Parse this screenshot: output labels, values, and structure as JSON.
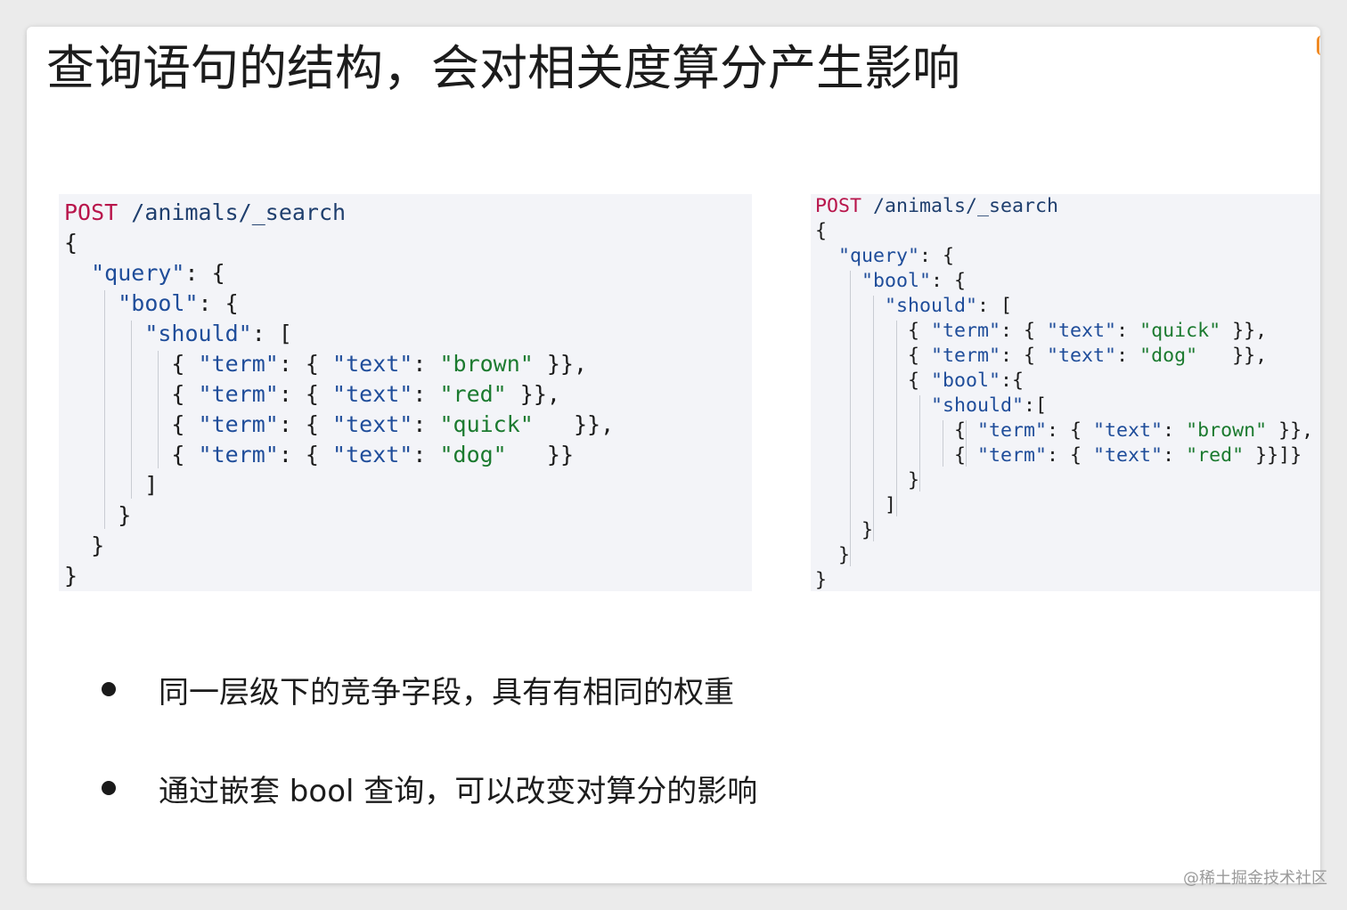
{
  "slide": {
    "title": "查询语句的结构，会对相关度算分产生影响",
    "accent_color": "#f08a24"
  },
  "code_left": {
    "lines": [
      [
        {
          "t": "method",
          "v": "POST"
        },
        {
          "t": "path",
          "v": " /animals/_search"
        }
      ],
      [
        {
          "t": "punc",
          "v": "{"
        }
      ],
      [
        {
          "t": "punc",
          "v": "  "
        },
        {
          "t": "key",
          "v": "\"query\""
        },
        {
          "t": "punc",
          "v": ": {"
        }
      ],
      [
        {
          "t": "punc",
          "v": "    "
        },
        {
          "t": "key",
          "v": "\"bool\""
        },
        {
          "t": "punc",
          "v": ": {"
        }
      ],
      [
        {
          "t": "punc",
          "v": "      "
        },
        {
          "t": "key",
          "v": "\"should\""
        },
        {
          "t": "punc",
          "v": ": ["
        }
      ],
      [
        {
          "t": "punc",
          "v": "        { "
        },
        {
          "t": "key",
          "v": "\"term\""
        },
        {
          "t": "punc",
          "v": ": { "
        },
        {
          "t": "key",
          "v": "\"text\""
        },
        {
          "t": "punc",
          "v": ": "
        },
        {
          "t": "str",
          "v": "\"brown\""
        },
        {
          "t": "punc",
          "v": " }},"
        }
      ],
      [
        {
          "t": "punc",
          "v": "        { "
        },
        {
          "t": "key",
          "v": "\"term\""
        },
        {
          "t": "punc",
          "v": ": { "
        },
        {
          "t": "key",
          "v": "\"text\""
        },
        {
          "t": "punc",
          "v": ": "
        },
        {
          "t": "str",
          "v": "\"red\""
        },
        {
          "t": "punc",
          "v": " }},"
        }
      ],
      [
        {
          "t": "punc",
          "v": "        { "
        },
        {
          "t": "key",
          "v": "\"term\""
        },
        {
          "t": "punc",
          "v": ": { "
        },
        {
          "t": "key",
          "v": "\"text\""
        },
        {
          "t": "punc",
          "v": ": "
        },
        {
          "t": "str",
          "v": "\"quick\""
        },
        {
          "t": "punc",
          "v": "   }},"
        }
      ],
      [
        {
          "t": "punc",
          "v": "        { "
        },
        {
          "t": "key",
          "v": "\"term\""
        },
        {
          "t": "punc",
          "v": ": { "
        },
        {
          "t": "key",
          "v": "\"text\""
        },
        {
          "t": "punc",
          "v": ": "
        },
        {
          "t": "str",
          "v": "\"dog\""
        },
        {
          "t": "punc",
          "v": "   }}"
        }
      ],
      [
        {
          "t": "punc",
          "v": "      ]"
        }
      ],
      [
        {
          "t": "punc",
          "v": "    }"
        }
      ],
      [
        {
          "t": "punc",
          "v": "  }"
        }
      ],
      [
        {
          "t": "punc",
          "v": "}"
        }
      ]
    ]
  },
  "code_right": {
    "lines": [
      [
        {
          "t": "method",
          "v": "POST"
        },
        {
          "t": "path",
          "v": " /animals/_search"
        }
      ],
      [
        {
          "t": "punc",
          "v": "{"
        }
      ],
      [
        {
          "t": "punc",
          "v": "  "
        },
        {
          "t": "key",
          "v": "\"query\""
        },
        {
          "t": "punc",
          "v": ": {"
        }
      ],
      [
        {
          "t": "punc",
          "v": "    "
        },
        {
          "t": "key",
          "v": "\"bool\""
        },
        {
          "t": "punc",
          "v": ": {"
        }
      ],
      [
        {
          "t": "punc",
          "v": "      "
        },
        {
          "t": "key",
          "v": "\"should\""
        },
        {
          "t": "punc",
          "v": ": ["
        }
      ],
      [
        {
          "t": "punc",
          "v": "        { "
        },
        {
          "t": "key",
          "v": "\"term\""
        },
        {
          "t": "punc",
          "v": ": { "
        },
        {
          "t": "key",
          "v": "\"text\""
        },
        {
          "t": "punc",
          "v": ": "
        },
        {
          "t": "str",
          "v": "\"quick\""
        },
        {
          "t": "punc",
          "v": " }},"
        }
      ],
      [
        {
          "t": "punc",
          "v": "        { "
        },
        {
          "t": "key",
          "v": "\"term\""
        },
        {
          "t": "punc",
          "v": ": { "
        },
        {
          "t": "key",
          "v": "\"text\""
        },
        {
          "t": "punc",
          "v": ": "
        },
        {
          "t": "str",
          "v": "\"dog\""
        },
        {
          "t": "punc",
          "v": "   }},"
        }
      ],
      [
        {
          "t": "punc",
          "v": "        { "
        },
        {
          "t": "key",
          "v": "\"bool\""
        },
        {
          "t": "punc",
          "v": ":{"
        }
      ],
      [
        {
          "t": "punc",
          "v": "          "
        },
        {
          "t": "key",
          "v": "\"should\""
        },
        {
          "t": "punc",
          "v": ":["
        }
      ],
      [
        {
          "t": "punc",
          "v": "            { "
        },
        {
          "t": "key",
          "v": "\"term\""
        },
        {
          "t": "punc",
          "v": ": { "
        },
        {
          "t": "key",
          "v": "\"text\""
        },
        {
          "t": "punc",
          "v": ": "
        },
        {
          "t": "str",
          "v": "\"brown\""
        },
        {
          "t": "punc",
          "v": " }},"
        }
      ],
      [
        {
          "t": "punc",
          "v": "            { "
        },
        {
          "t": "key",
          "v": "\"term\""
        },
        {
          "t": "punc",
          "v": ": { "
        },
        {
          "t": "key",
          "v": "\"text\""
        },
        {
          "t": "punc",
          "v": ": "
        },
        {
          "t": "str",
          "v": "\"red\""
        },
        {
          "t": "punc",
          "v": " }}]}"
        }
      ],
      [
        {
          "t": "punc",
          "v": "        }"
        }
      ],
      [
        {
          "t": "punc",
          "v": "      ]"
        }
      ],
      [
        {
          "t": "punc",
          "v": "    }"
        }
      ],
      [
        {
          "t": "punc",
          "v": "  }"
        }
      ],
      [
        {
          "t": "punc",
          "v": "}"
        }
      ]
    ]
  },
  "bullets": [
    {
      "text": "同一层级下的竞争字段，具有有相同的权重"
    },
    {
      "text": "通过嵌套 bool 查询，可以改变对算分的影响"
    }
  ],
  "watermark": "@稀土掘金技术社区"
}
